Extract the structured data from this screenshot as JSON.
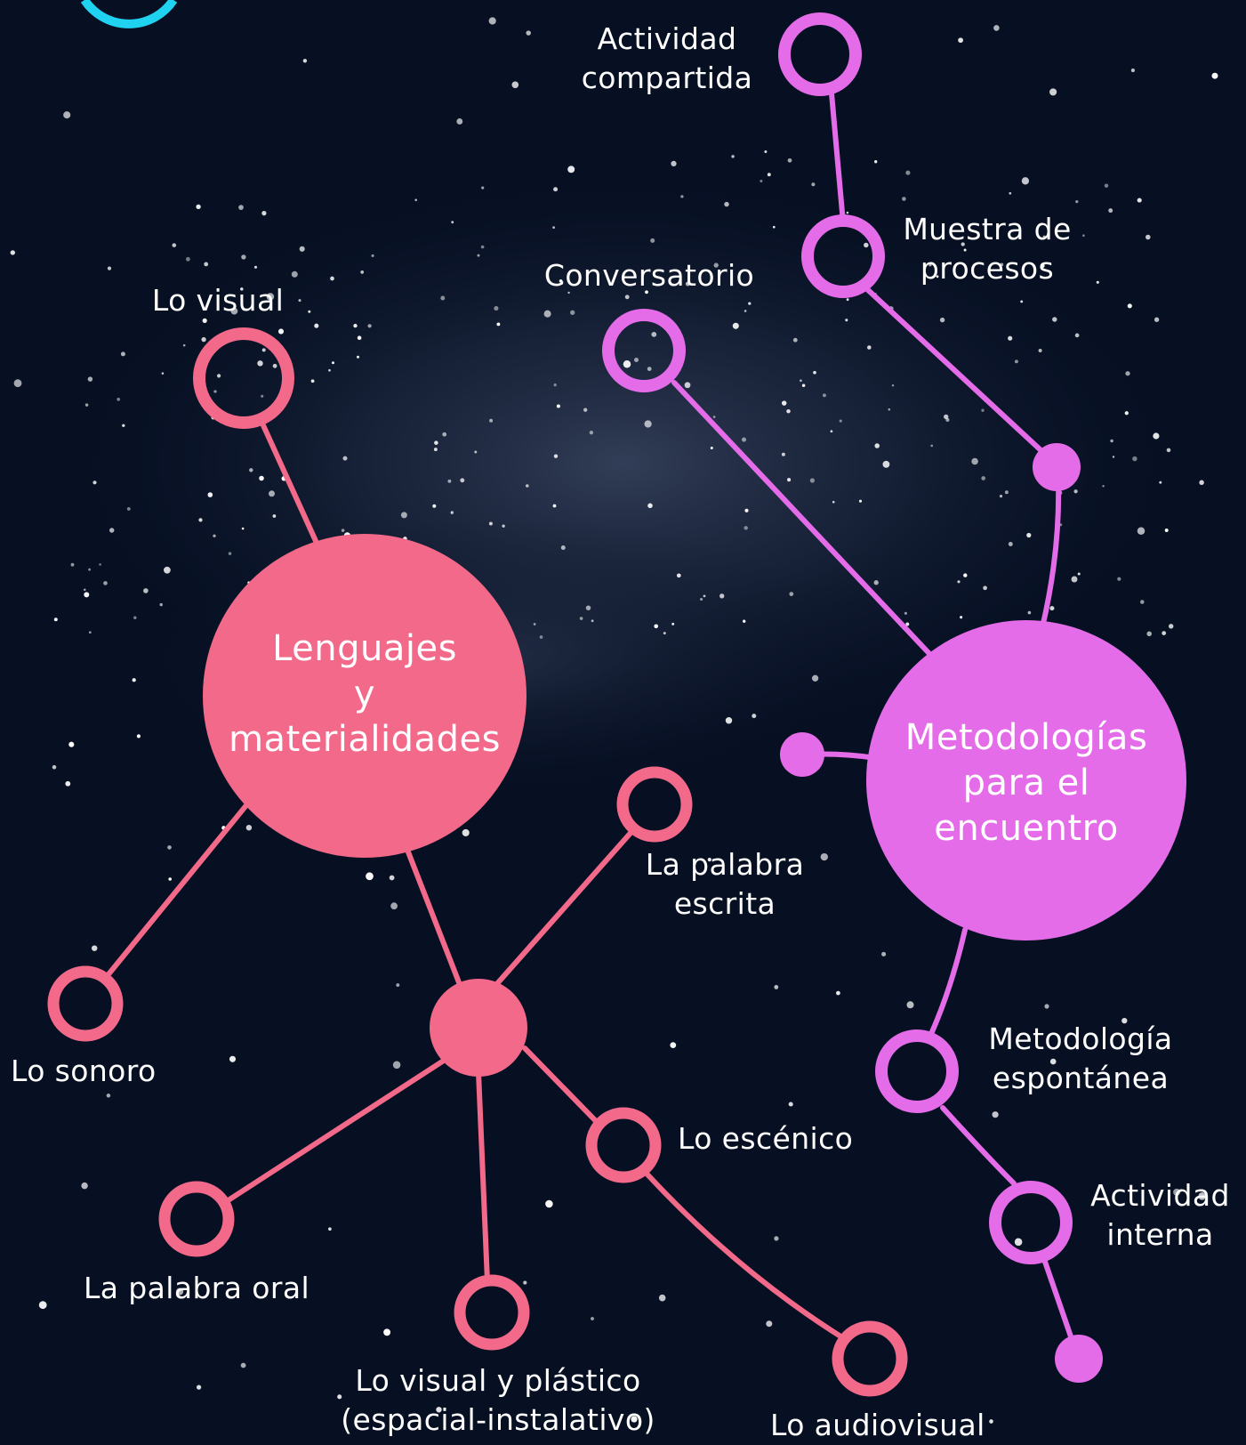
{
  "colors": {
    "background": "#071023",
    "lenguajes": "#f2698a",
    "metodologias": "#e56ce8",
    "stars": "#ffffff"
  },
  "hubs": {
    "lenguajes": {
      "lines": [
        "Lenguajes",
        "y",
        "materialidades"
      ]
    },
    "metodologias": {
      "lines": [
        "Metodologías",
        "para el",
        "encuentro"
      ]
    }
  },
  "labels": {
    "actividad_compartida": [
      "Actividad",
      "compartida"
    ],
    "muestra_procesos": [
      "Muestra de",
      "procesos"
    ],
    "conversatorio": [
      "Conversatorio"
    ],
    "lo_visual": [
      "Lo visual"
    ],
    "la_palabra_escrita": [
      "La palabra",
      "escrita"
    ],
    "lo_sonoro": [
      "Lo sonoro"
    ],
    "lo_escenico": [
      "Lo escénico"
    ],
    "la_palabra_oral": [
      "La palabra oral"
    ],
    "lo_visual_plastico": [
      "Lo visual y plástico",
      "(espacial-instalativo)"
    ],
    "lo_audiovisual": [
      "Lo audiovisual"
    ],
    "metodologia_espontanea": [
      "Metodología",
      "espontánea"
    ],
    "actividad_interna": [
      "Actividad",
      "interna"
    ]
  }
}
